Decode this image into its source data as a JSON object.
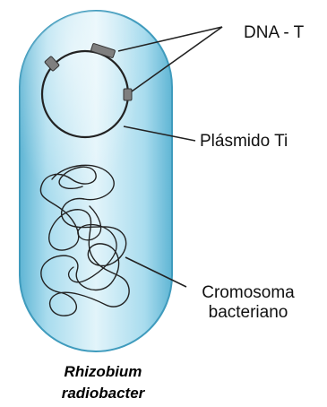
{
  "labels": {
    "dna_t": "DNA - T",
    "plasmid": "Plásmido Ti",
    "chromosome_line1": "Cromosoma",
    "chromosome_line2": "bacteriano"
  },
  "caption": {
    "line1": "Rhizobium",
    "line2": "radiobacter"
  },
  "colors": {
    "cell_edge": "#3f9bbd",
    "cell_light": "#d6eef6",
    "cell_mid": "#9fd2e6",
    "segment_fill": "#7f7f7f",
    "line": "#222222"
  }
}
